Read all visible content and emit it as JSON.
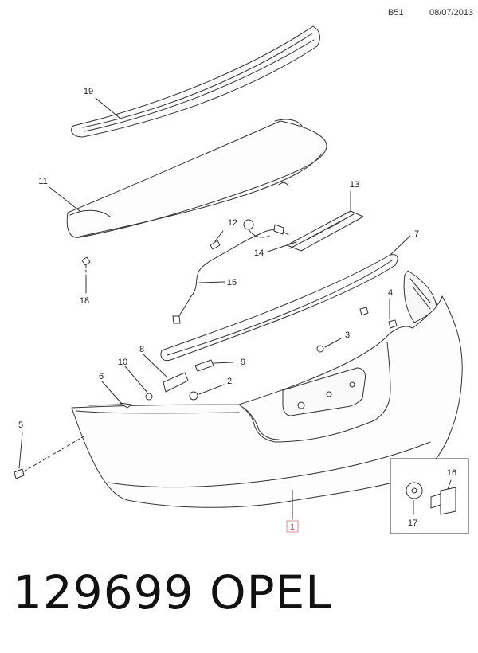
{
  "header": {
    "code": "B51",
    "date": "08/07/2013"
  },
  "callouts": {
    "c1": "1",
    "c2": "2",
    "c3": "3",
    "c4": "4",
    "c5": "5",
    "c6": "6",
    "c7": "7",
    "c8": "8",
    "c9": "9",
    "c10": "10",
    "c11": "11",
    "c12": "12",
    "c13": "13",
    "c14": "14",
    "c15": "15",
    "c16": "16",
    "c17": "17",
    "c18": "18",
    "c19": "19"
  },
  "footer": {
    "part_number": "129699",
    "brand": "OPEL"
  }
}
